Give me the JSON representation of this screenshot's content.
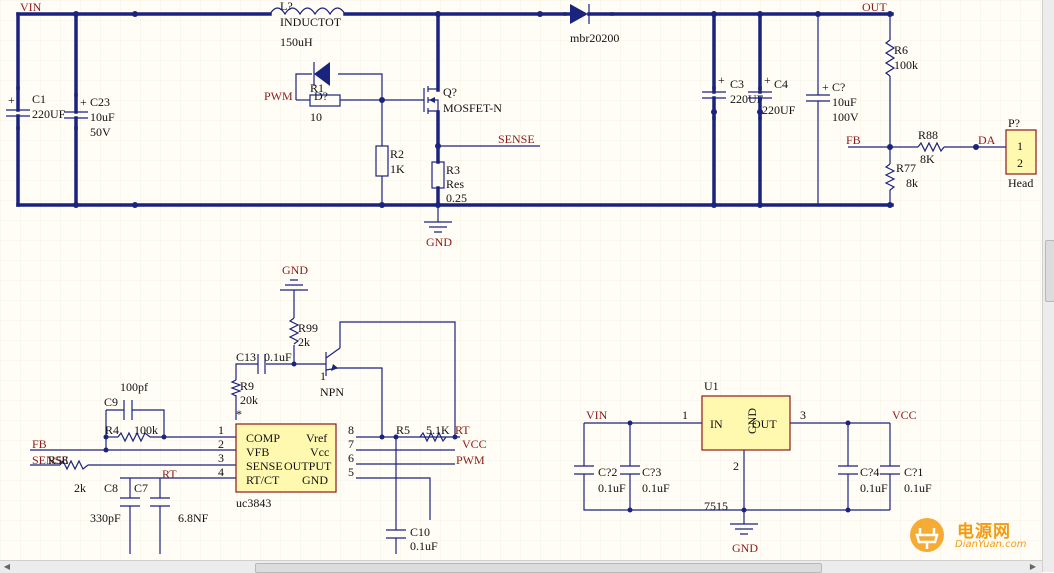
{
  "nets": {
    "vin": "VIN",
    "out": "OUT",
    "pwm": "PWM",
    "sense": "SENSE",
    "fb": "FB",
    "gnd": "GND",
    "da": "DA",
    "rt": "RT",
    "vcc": "VCC",
    "fb2": "FB",
    "sense2": "SENSE",
    "pwm2": "PWM",
    "rt2": "RT",
    "gnd2": "GND",
    "gnd3": "GND",
    "vin2": "VIN",
    "vcc2": "VCC"
  },
  "parts": {
    "c1": {
      "ref": "C1",
      "value": "220UF"
    },
    "c23": {
      "ref": "C23",
      "value": "10uF",
      "rating": "50V"
    },
    "l": {
      "ref": "L?",
      "value": "INDUCTOT",
      "rating": "150uH"
    },
    "d": {
      "ref": "mbr20200"
    },
    "r1": {
      "ref": "R1",
      "value": "10"
    },
    "d2": {
      "ref": "D?"
    },
    "q": {
      "ref": "Q?",
      "value": "MOSFET-N"
    },
    "r2": {
      "ref": "R2",
      "value": "1K"
    },
    "r3": {
      "ref": "R3",
      "value": "Res",
      "rating": "0.25"
    },
    "c3": {
      "ref": "C3",
      "value": "220UF"
    },
    "c4": {
      "ref": "C4",
      "value": "220UF"
    },
    "c7": {
      "ref": "C?",
      "value": "10uF",
      "rating": "100V"
    },
    "r6": {
      "ref": "R6",
      "value": "100k"
    },
    "r77": {
      "ref": "R77",
      "value": "8k"
    },
    "r88": {
      "ref": "R88",
      "value": "8K"
    },
    "p": {
      "ref": "P?",
      "pin1": "1",
      "pin2": "2",
      "value": "Head"
    },
    "r99": {
      "ref": "R99",
      "value": "2k"
    },
    "c13": {
      "ref": "C13",
      "value": "0.1uF"
    },
    "npn": {
      "pin": "1",
      "value": "NPN"
    },
    "r9": {
      "ref": "R9",
      "value": "20k",
      "mark": "*"
    },
    "c9": {
      "ref": "C9",
      "value": "100pf"
    },
    "r4": {
      "ref": "R4",
      "value": "100k"
    },
    "r5": {
      "ref": "R5",
      "value": "5.1K"
    },
    "c10": {
      "ref": "C10",
      "value": "0.1uF"
    },
    "rsense": {
      "ref": "R58",
      "value": "2k"
    },
    "c8": {
      "ref": "C8",
      "value": "330pF"
    },
    "c7b": {
      "ref": "C7",
      "value": "6.8NF"
    },
    "u1": {
      "ref": "U1",
      "in": "IN",
      "gnd": "GND",
      "out": "OUT",
      "p1": "1",
      "p2": "2",
      "p3": "3",
      "value": "7515"
    },
    "c22": {
      "ref": "C?2",
      "value": "0.1uF"
    },
    "c23b": {
      "ref": "C?3",
      "value": "0.1uF"
    },
    "c24": {
      "ref": "C?4",
      "value": "0.1uF"
    },
    "c21": {
      "ref": "C?1",
      "value": "0.1uF"
    }
  },
  "uc3843": {
    "name": "uc3843",
    "pins_left": [
      {
        "num": "1",
        "name": "COMP"
      },
      {
        "num": "2",
        "name": "VFB"
      },
      {
        "num": "3",
        "name": "SENSE"
      },
      {
        "num": "4",
        "name": "RT/CT"
      }
    ],
    "pins_right": [
      {
        "num": "8",
        "name": "Vref"
      },
      {
        "num": "7",
        "name": "Vcc"
      },
      {
        "num": "6",
        "name": "OUTPUT"
      },
      {
        "num": "5",
        "name": "GND"
      }
    ]
  },
  "watermark": {
    "cn": "电源网",
    "en": "DianYuan.com"
  },
  "colors": {
    "wire": "#1a237e",
    "net": "#8b1a1a",
    "ic_fill": "#fff9b0",
    "watermark": "#f39c12"
  }
}
